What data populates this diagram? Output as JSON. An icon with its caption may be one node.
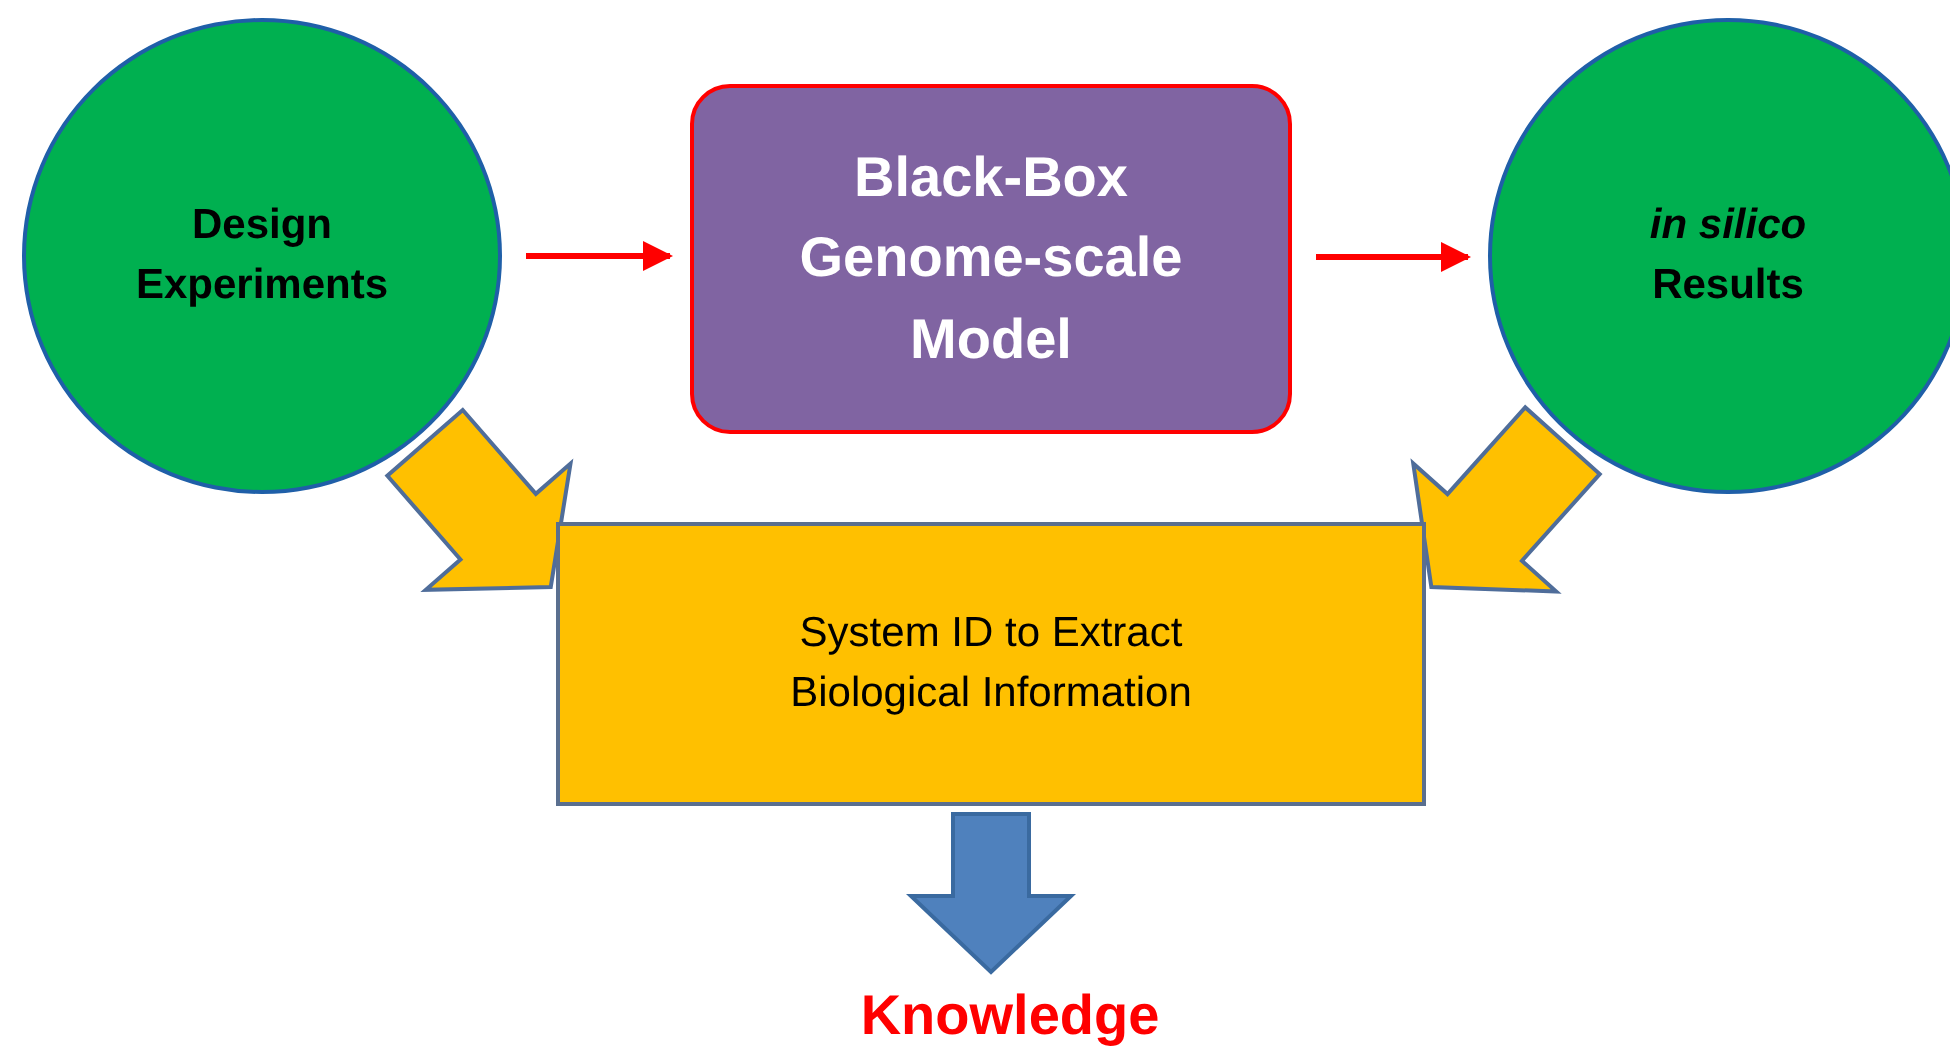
{
  "diagram": {
    "nodes": [
      {
        "text": [
          "Design Experiments"
        ]
      },
      {
        "text": [
          "Black-Box Genome-scale Model"
        ]
      },
      {
        "text": [
          "*in silico* Results"
        ]
      },
      {
        "text": [
          "System ID to Extract Biological Information"
        ]
      },
      {
        "text": [
          "Knowledge"
        ]
      }
    ],
    "edges": [
      {
        "from": 0,
        "to": 1,
        "arrow": "to",
        "color": "#ff0000"
      },
      {
        "from": 1,
        "to": 2,
        "arrow": "to",
        "color": "#ff0000"
      },
      {
        "from": 0,
        "to": 3,
        "arrow": "to",
        "style": "thick",
        "color": "#ffc000"
      },
      {
        "from": 2,
        "to": 3,
        "arrow": "to",
        "style": "thick",
        "color": "#ffc000"
      },
      {
        "from": 3,
        "to": 4,
        "arrow": "to",
        "style": "thick",
        "color": "#4f81bd"
      }
    ]
  }
}
